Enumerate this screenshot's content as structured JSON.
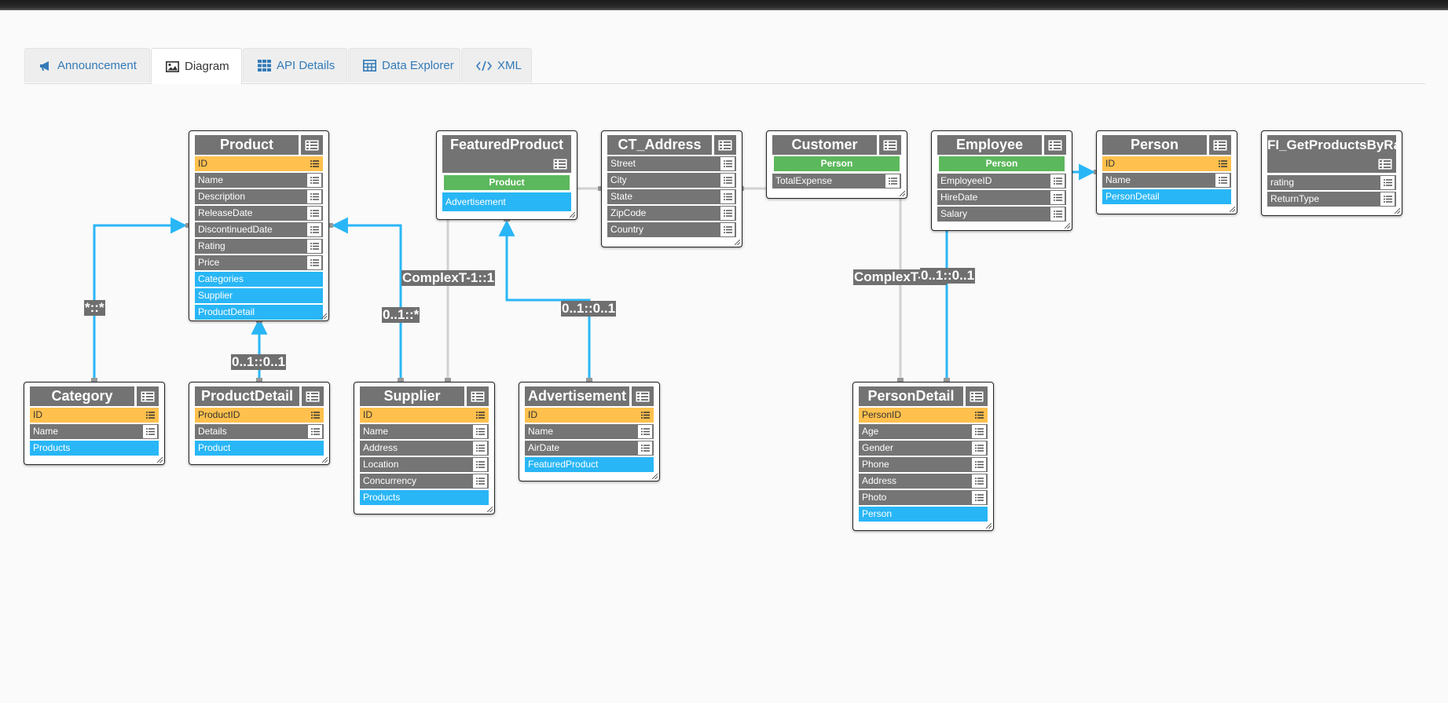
{
  "tabs": [
    {
      "label": "Announcement",
      "icon": "megaphone-icon"
    },
    {
      "label": "Diagram",
      "icon": "image-icon"
    },
    {
      "label": "API Details",
      "icon": "grid-icon"
    },
    {
      "label": "Data Explorer",
      "icon": "table-icon"
    },
    {
      "label": "XML",
      "icon": "code-icon"
    }
  ],
  "colors": {
    "header": "#737373",
    "key": "#ffc04d",
    "property": "#757575",
    "navigation": "#29b6f6",
    "base_type": "#5cb85c",
    "link": "#29b6f6",
    "complex_link": "#cccccc"
  },
  "entities": {
    "product": {
      "title": "Product",
      "fields": [
        "ID",
        "Name",
        "Description",
        "ReleaseDate",
        "DiscontinuedDate",
        "Rating",
        "Price"
      ],
      "nav": [
        "Categories",
        "Supplier",
        "ProductDetail"
      ]
    },
    "featuredproduct": {
      "title": "FeaturedProduct",
      "base": "Product",
      "nav": [
        "Advertisement"
      ]
    },
    "ctaddress": {
      "title": "CT_Address",
      "fields": [
        "Street",
        "City",
        "State",
        "ZipCode",
        "Country"
      ]
    },
    "customer": {
      "title": "Customer",
      "base": "Person",
      "fields": [
        "TotalExpense"
      ]
    },
    "employee": {
      "title": "Employee",
      "base": "Person",
      "fields": [
        "EmployeeID",
        "HireDate",
        "Salary"
      ]
    },
    "person": {
      "title": "Person",
      "fields": [
        "ID",
        "Name"
      ],
      "nav": [
        "PersonDetail"
      ]
    },
    "function": {
      "title": "FI_GetProductsByRa",
      "fields": [
        "rating",
        "ReturnType"
      ]
    },
    "category": {
      "title": "Category",
      "fields": [
        "ID",
        "Name"
      ],
      "nav": [
        "Products"
      ]
    },
    "productdetail": {
      "title": "ProductDetail",
      "fields": [
        "ProductID",
        "Details"
      ],
      "nav": [
        "Product"
      ]
    },
    "supplier": {
      "title": "Supplier",
      "fields": [
        "ID",
        "Name",
        "Address",
        "Location",
        "Concurrency"
      ],
      "nav": [
        "Products"
      ]
    },
    "advertisement": {
      "title": "Advertisement",
      "fields": [
        "ID",
        "Name",
        "AirDate"
      ],
      "nav": [
        "FeaturedProduct"
      ]
    },
    "persondetail": {
      "title": "PersonDetail",
      "fields": [
        "PersonID",
        "Age",
        "Gender",
        "Phone",
        "Address",
        "Photo"
      ],
      "nav": [
        "Person"
      ]
    }
  },
  "links": {
    "category_product": "*::*",
    "productdetail_product": "0..1::0..1",
    "supplier_product": "0..1::*",
    "supplier_complex": "ComplexT-1::1",
    "advertisement_featured": "0..1::0..1",
    "persondetail_complex": "ComplexT-1::1",
    "persondetail_person": "0..1::0..1"
  }
}
